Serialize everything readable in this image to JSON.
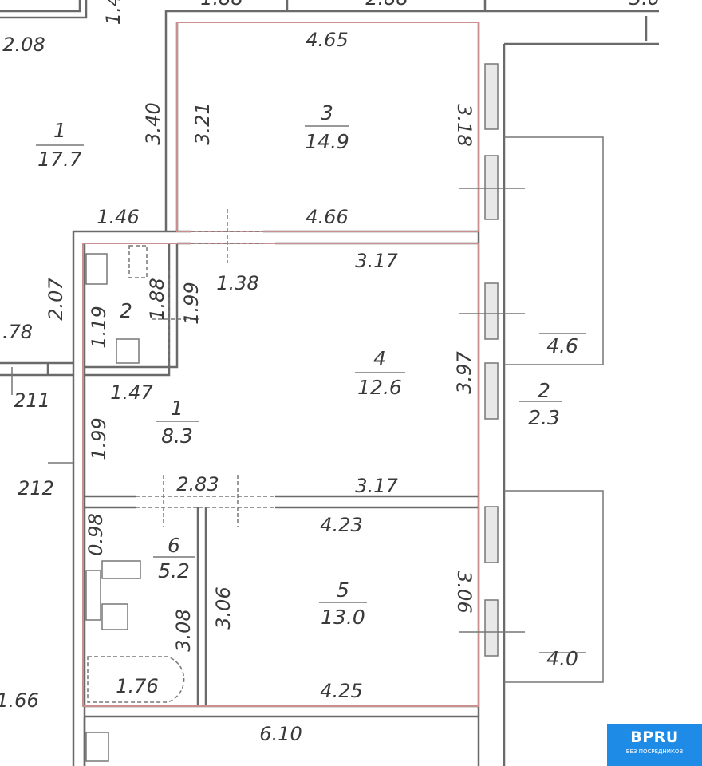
{
  "rooms": [
    {
      "num": "1",
      "area": "17.7"
    },
    {
      "num": "3",
      "area": "14.9"
    },
    {
      "num": "2"
    },
    {
      "num": "1",
      "area": "8.3"
    },
    {
      "num": "4",
      "area": "12.6"
    },
    {
      "num": "2",
      "area": "2.3"
    },
    {
      "num": "5",
      "area": "13.0"
    },
    {
      "num": "6",
      "area": "5.2"
    }
  ],
  "balconies": [
    "4.6",
    "4.0"
  ],
  "dims": [
    "2.08",
    "1.4",
    "1.88",
    "2.88",
    "3.0",
    "4.65",
    "3.40",
    "3.21",
    "3.18",
    "1.46",
    "4.66",
    "3.17",
    "1.38",
    "2.07",
    "1.19",
    "1.88",
    "1.99",
    ".78",
    "211",
    "1.47",
    "3.97",
    "1.99",
    "212",
    "2.83",
    "3.17",
    "4.23",
    "0.98",
    "3.08",
    "3.06",
    "3.06",
    "1.76",
    "4.25",
    "1.66",
    "6.10"
  ],
  "logo": {
    "brand": "BPRU",
    "tagline": "БЕЗ ПОСРЕДНИКОВ",
    "color": "#1e8be6"
  }
}
